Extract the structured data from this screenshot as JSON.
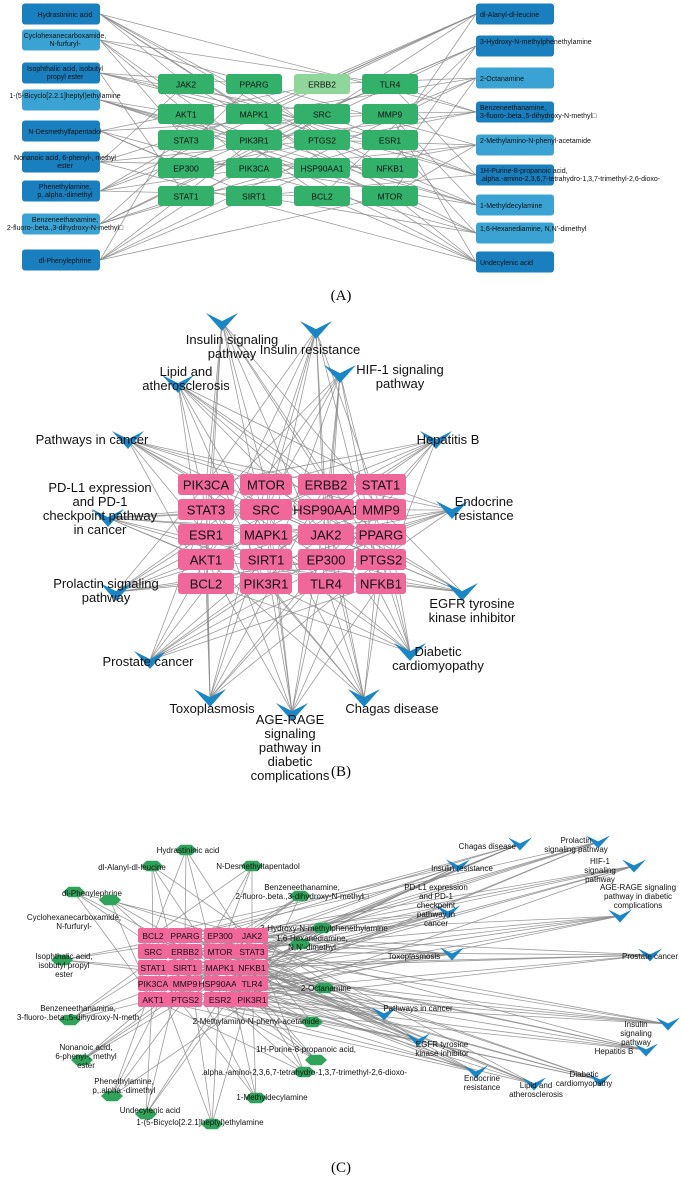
{
  "panel_a": {
    "caption": "(A)",
    "left_compounds": [
      "Hydrastininic acid",
      "Cyclohexanecarboxamide, N-furfuryl-",
      "Isophthalic acid, isobutyl propyl ester",
      "1-(5-Bicyclo[2.2.1]heptyl)ethylamine",
      "N-Desmethylfapentadol",
      "Nonanoic acid, 6-phenyl-, methyl ester",
      "Phenethylamine, p,.alpha.-dimethyl",
      "Benzeneethanamine, 2-fluoro-.beta.,3-dihydroxy-N-methyl□",
      "dl-Phenylephrine"
    ],
    "right_compounds": [
      "dl-Alanyl-dl-leucine",
      "3-Hydroxy-N-methylphenethylamine",
      "2-Octanamine",
      "Benzeneethanamine, 3-fluoro-.beta.,5-dihydroxy-N-methyl□",
      "2-Methylamino-N-phenyl-acetamide",
      "1H-Purine-8-propanoic acid, .alpha.-amino-2,3,6,7-tetrahydro-1,3,7-trimethyl-2,6-dioxo-",
      "1-Methyldecylamine",
      "1,6-Hexanediamine, N,N'-dimethyl",
      "Undecylenic acid"
    ],
    "targets": [
      [
        "JAK2",
        "PPARG",
        "ERBB2",
        "TLR4"
      ],
      [
        "AKT1",
        "MAPK1",
        "SRC",
        "MMP9"
      ],
      [
        "STAT3",
        "PIK3R1",
        "PTGS2",
        "ESR1"
      ],
      [
        "EP300",
        "PIK3CA",
        "HSP90AA1",
        "NFKB1"
      ],
      [
        "STAT1",
        "SIRT1",
        "BCL2",
        "MTOR"
      ]
    ]
  },
  "panel_b": {
    "caption": "(B)",
    "targets": [
      [
        "PIK3CA",
        "MTOR",
        "ERBB2",
        "STAT1"
      ],
      [
        "STAT3",
        "SRC",
        "HSP90AA1",
        "MMP9"
      ],
      [
        "ESR1",
        "MAPK1",
        "JAK2",
        "PPARG"
      ],
      [
        "AKT1",
        "SIRT1",
        "EP300",
        "PTGS2"
      ],
      [
        "BCL2",
        "PIK3R1",
        "TLR4",
        "NFKB1"
      ]
    ],
    "pathways": [
      "Insulin signaling pathway",
      "Insulin resistance",
      "HIF-1 signaling pathway",
      "Lipid and atherosclerosis",
      "Pathways in cancer",
      "Hepatitis B",
      "PD-L1 expression and PD-1 checkpoint pathway in cancer",
      "Endocrine resistance",
      "Prolactin signaling pathway",
      "EGFR tyrosine kinase inhibitor",
      "Prostate cancer",
      "Diabetic cardiomyopathy",
      "Toxoplasmosis",
      "AGE-RAGE signaling pathway in diabetic complications",
      "Chagas disease"
    ]
  },
  "panel_c": {
    "caption": "(C)",
    "targets": [
      [
        "BCL2",
        "PPARG",
        "EP300",
        "JAK2"
      ],
      [
        "SRC",
        "ERBB2",
        "MTOR",
        "STAT3"
      ],
      [
        "STAT1",
        "SIRT1",
        "MAPK1",
        "NFKB1"
      ],
      [
        "PIK3CA",
        "MMP9",
        "HSP90AA1",
        "TLR4"
      ],
      [
        "AKT1",
        "PTGS2",
        "ESR2",
        "PIK3R1"
      ]
    ],
    "compounds": [
      "Hydrastininic acid",
      "dl-Alanyl-dl-leucine",
      "N-Desmethyltapentadol",
      "dl-Phenylephrine",
      "Benzeneethanamine, 2-fluoro-.beta.,3-dihydroxy-N-methyl□",
      "Cyclohexanecarboxamide, N-furfuryl-",
      "3-Hydroxy-N-methylphenethylamine",
      "Isophthalic acid, isobutyl propyl ester",
      "1,6-Hexanediamine, N,N'-dimethyl",
      "Benzeneethanamine, 3-fluoro-.beta.,5-dihydroxy-N-meth",
      "2-Octanamine",
      "2-Methylamino-N-phenyl-acetamide",
      "Nonanoic acid, 6-phenyl-, methyl ester",
      "1H-Purine-8-propanoic acid,",
      ".alpha.-amino-2,3,6,7-tetrahydro-1,3,7-trimethyl-2,6-dioxo-",
      "Phenethylamine, p,.alpha.-dimethyl",
      "1-Methyldecylamine",
      "Undecylenic acid",
      "1-(5-Bicyclo[2.2.1]heptyl)ethylamine"
    ],
    "pathways": [
      "Chagas disease",
      "Prolactin signaling pathway",
      "Insulin resistance",
      "HIF-1 signaling pathway",
      "PD-L1 expression and PD-1 checkpoint pathway in cancer",
      "AGE-RAGE signaling pathway in diabetic complications",
      "Toxoplasmosis",
      "Prostate cancer",
      "Pathways in cancer",
      "Insulin signaling pathway",
      "EGFR tyrosine kinase inhibitor",
      "Hepatitis B",
      "Endocrine resistance",
      "Diabetic cardiomyopathy",
      "Lipid and atherosclerosis"
    ]
  },
  "colors": {
    "compound_dark": "#1a7fbf",
    "compound_light": "#3aa3d3",
    "target_green": "#33b06a",
    "target_erbb2": "#8fd69a",
    "target_pink": "#f0679a",
    "pathway_blue": "#1b86c6",
    "compound_hex_green": "#2fa35a",
    "edge": "#8a8a8a"
  }
}
